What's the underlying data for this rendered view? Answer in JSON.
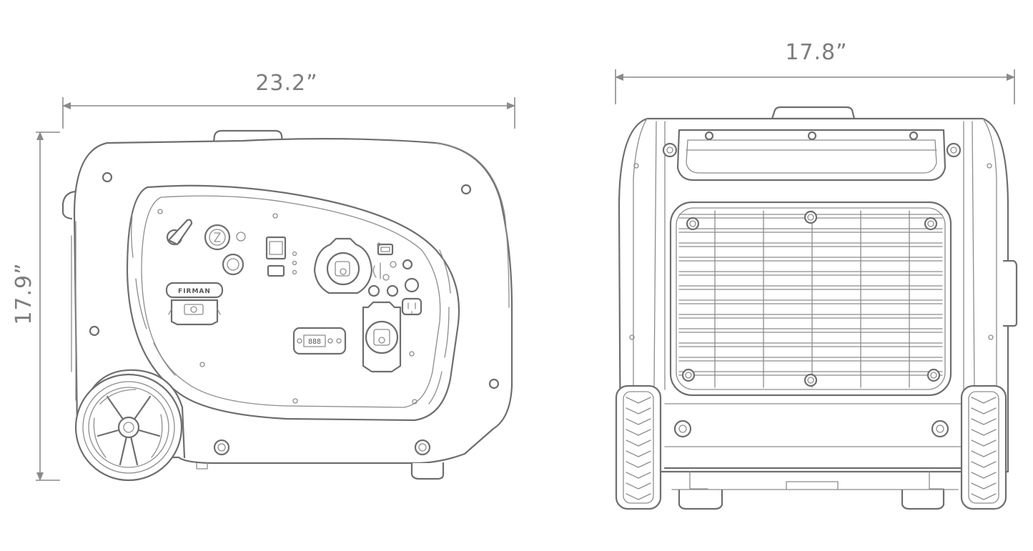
{
  "dimensions": {
    "side_length": "23.2”",
    "side_height": "17.9”",
    "front_width": "17.8”"
  },
  "panel": {
    "brand": "FIRMAN",
    "display": "888"
  },
  "colors": {
    "line": "#6e6e6e",
    "dimension": "#8a8a8a",
    "background": "#ffffff"
  }
}
